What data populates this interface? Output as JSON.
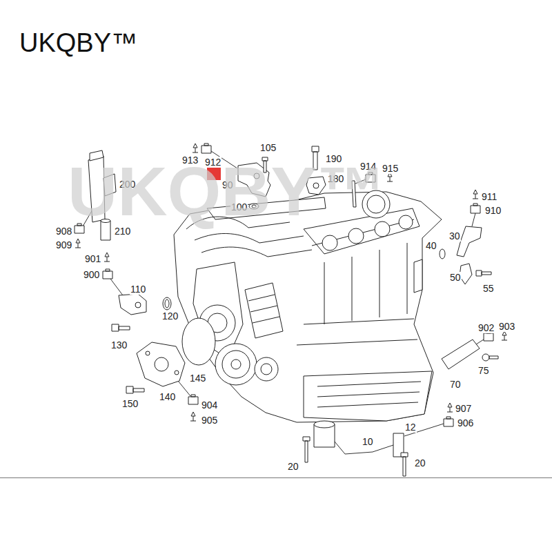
{
  "diagram": {
    "title": "UKQBY™",
    "labels": [
      "913",
      "912",
      "105",
      "190",
      "914",
      "915",
      "90",
      "180",
      "200",
      "100",
      "911",
      "910",
      "908",
      "210",
      "30",
      "909",
      "40",
      "901",
      "900",
      "110",
      "50",
      "55",
      "120",
      "902",
      "903",
      "130",
      "145",
      "70",
      "75",
      "140",
      "904",
      "150",
      "905",
      "907",
      "906",
      "10",
      "12",
      "20",
      "20",
      "UKQBY™"
    ]
  }
}
